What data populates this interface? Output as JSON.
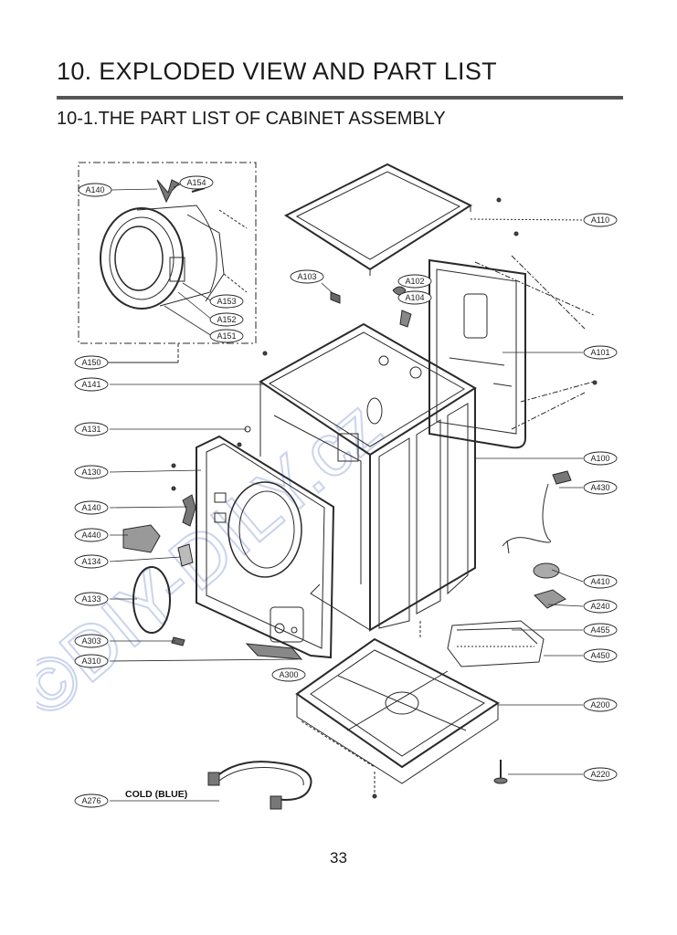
{
  "page_title": "10. EXPLODED VIEW AND PART LIST",
  "section_title": "10-1.THE PART LIST OF CABINET ASSEMBLY",
  "page_number": "33",
  "watermark_text": "©DIY-DILY.cz",
  "hose_label": "COLD (BLUE)",
  "callouts": {
    "A140_top": "A140",
    "A154": "A154",
    "A153": "A153",
    "A152": "A152",
    "A151": "A151",
    "A150": "A150",
    "A110": "A110",
    "A103": "A103",
    "A102": "A102",
    "A104": "A104",
    "A101": "A101",
    "A141": "A141",
    "A131": "A131",
    "A100": "A100",
    "A130": "A130",
    "A430": "A430",
    "A140": "A140",
    "A440": "A440",
    "A134": "A134",
    "A410": "A410",
    "A133": "A133",
    "A240": "A240",
    "A455": "A455",
    "A303": "A303",
    "A450": "A450",
    "A310": "A310",
    "A300": "A300",
    "A200": "A200",
    "A220": "A220",
    "A276": "A276"
  }
}
